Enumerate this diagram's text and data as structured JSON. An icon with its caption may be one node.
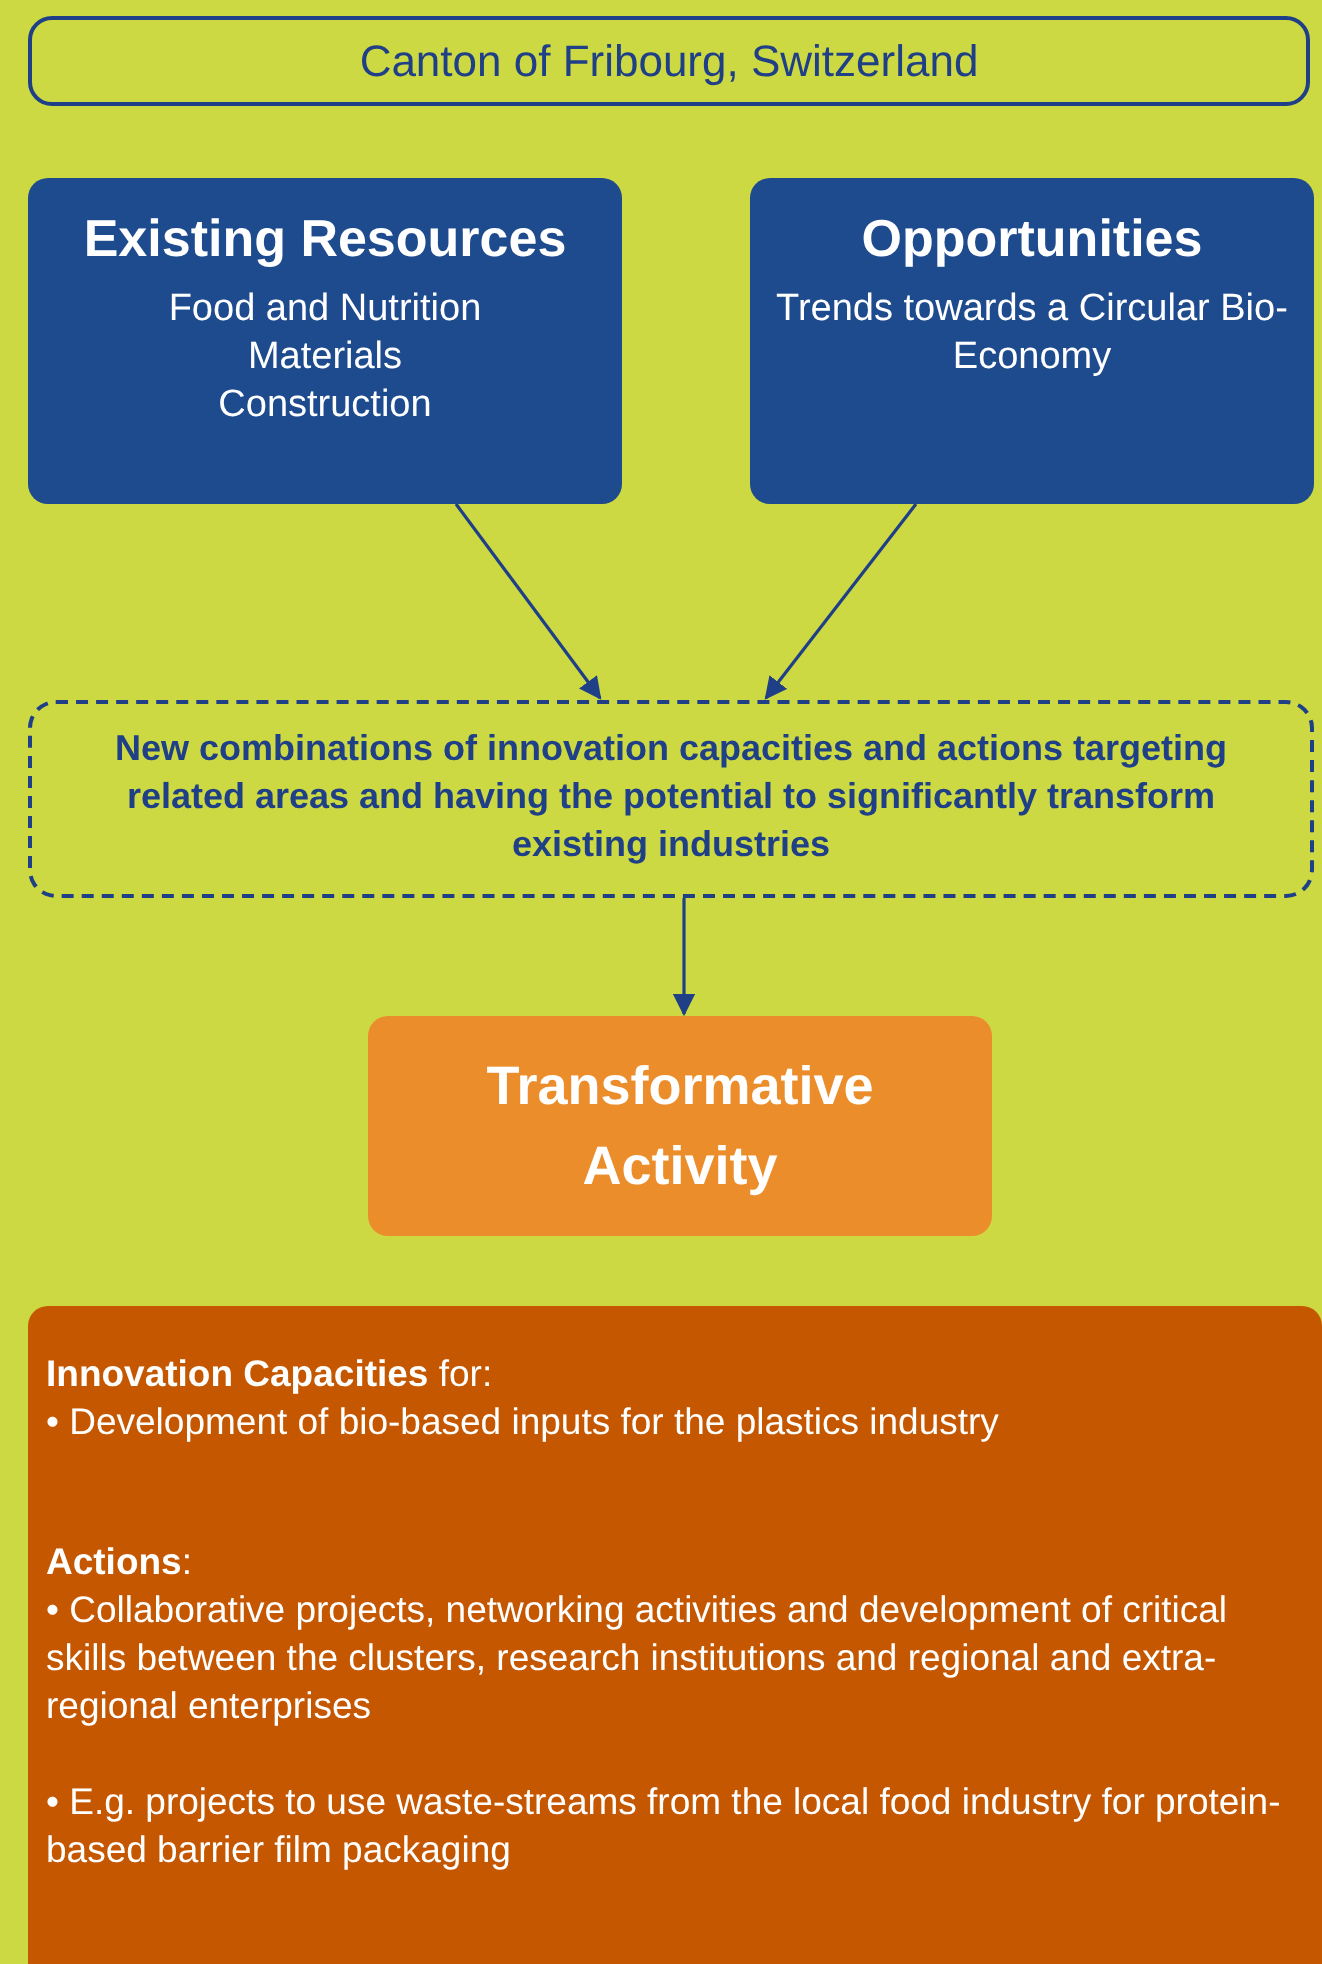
{
  "diagram": {
    "nodes": [
      {
        "text": [
          "Canton of Fribourg, Switzerland"
        ]
      },
      {
        "text": [
          "Existing Resources",
          "Food and Nutrition",
          "Materials",
          "Construction"
        ]
      },
      {
        "text": [
          "Opportunities",
          "Trends towards a Circular Bio-Economy"
        ]
      },
      {
        "text": [
          "New combinations of innovation capacities and actions targeting related areas and having the potential to significantly transform existing industries"
        ]
      },
      {
        "text": [
          "Transformative Activity"
        ]
      },
      {
        "text": [
          "**Innovation Capacities** for:",
          "• Development of bio-based inputs for the plastics industry",
          "**Actions**:",
          "• Collaborative projects, networking activities and development of critical skills between the clusters, research institutions and regional and extra-regional enterprises",
          "• E.g. projects to use waste-streams from the local food industry for protein-based barrier film packaging"
        ]
      }
    ],
    "edges": [
      {
        "from": 1,
        "to": 3,
        "arrow": "to"
      },
      {
        "from": 2,
        "to": 3,
        "arrow": "to"
      },
      {
        "from": 3,
        "to": 4,
        "arrow": "to"
      }
    ]
  }
}
